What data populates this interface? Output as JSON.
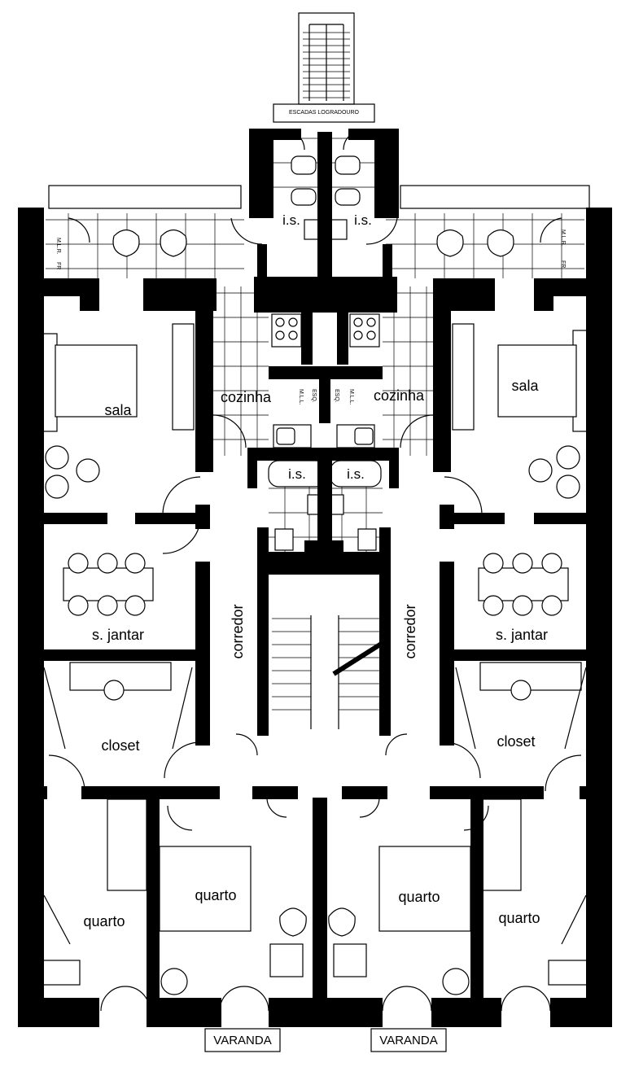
{
  "labels": {
    "stairs_top": "ESCADAS LOGRADOURO",
    "is_top_left": "i.s.",
    "is_top_right": "i.s.",
    "is_mid_left": "i.s.",
    "is_mid_right": "i.s.",
    "mlr_left": "M.L.R.",
    "fr_left": "FR",
    "mlr_right": "M.L.R.",
    "fr_right": "FR",
    "sala_left": "sala",
    "sala_right": "sala",
    "cozinha_left": "cozinha",
    "cozinha_right": "cozinha",
    "mll_left": "M.L.L.",
    "esq_left": "ESQ.",
    "esq_right": "ESQ.",
    "mll_right": "M.L.L.",
    "jantar_left": "s. jantar",
    "jantar_right": "s. jantar",
    "corredor_left": "corredor",
    "corredor_right": "corredor",
    "closet_left": "closet",
    "closet_right": "closet",
    "quarto_1": "quarto",
    "quarto_2": "quarto",
    "quarto_3": "quarto",
    "quarto_4": "quarto",
    "varanda_left": "VARANDA",
    "varanda_right": "VARANDA"
  }
}
